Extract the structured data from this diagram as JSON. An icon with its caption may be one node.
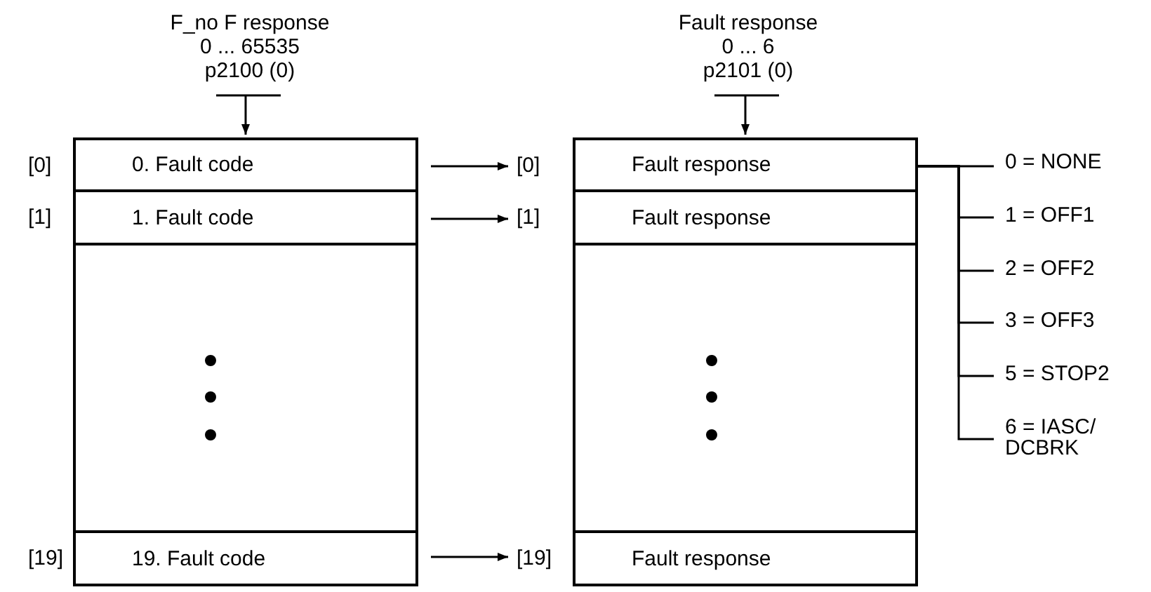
{
  "diagram": {
    "nodes": [
      {
        "text": [
          "F_no F response",
          "0 ... 65535",
          "p2100 (0)"
        ]
      },
      {
        "text": [],
        "shape": "box"
      },
      {
        "text": [
          "0. Fault code"
        ],
        "in": 1,
        "beside": [
          "[0]"
        ]
      },
      {
        "text": [
          "1. Fault code"
        ],
        "in": 1,
        "beside": [
          "[1]"
        ]
      },
      {
        "text": [
          "19. Fault code"
        ],
        "in": 1,
        "beside": [
          "[19]"
        ]
      },
      {
        "text": [
          "Fault response",
          "0 ... 6",
          "p2101 (0)"
        ]
      },
      {
        "text": [],
        "shape": "box"
      },
      {
        "text": [
          "Fault response"
        ],
        "in": 6,
        "beside": [
          "[0]"
        ]
      },
      {
        "text": [
          "Fault response"
        ],
        "in": 6,
        "beside": [
          "[1]"
        ]
      },
      {
        "text": [
          "Fault response"
        ],
        "in": 6,
        "beside": [
          "[19]"
        ]
      },
      {
        "text": [
          "0 = NONE"
        ]
      },
      {
        "text": [
          "1 = OFF1"
        ]
      },
      {
        "text": [
          "2 = OFF2"
        ]
      },
      {
        "text": [
          "3 = OFF3"
        ]
      },
      {
        "text": [
          "5 = STOP2"
        ]
      },
      {
        "text": [
          "6 = IASC/ DCBRK"
        ]
      }
    ],
    "edges": [
      {
        "from": 0,
        "to": 1,
        "arrow": "to"
      },
      {
        "from": 5,
        "to": 6,
        "arrow": "to"
      },
      {
        "from": 2,
        "to": 7,
        "arrow": "to"
      },
      {
        "from": 3,
        "to": 8,
        "arrow": "to"
      },
      {
        "from": 4,
        "to": 9,
        "arrow": "to"
      },
      {
        "from": 7,
        "to": 10,
        "arrow": "none"
      },
      {
        "from": 7,
        "to": 11,
        "arrow": "none"
      },
      {
        "from": 7,
        "to": 12,
        "arrow": "none"
      },
      {
        "from": 7,
        "to": 13,
        "arrow": "none"
      },
      {
        "from": 7,
        "to": 14,
        "arrow": "none"
      },
      {
        "from": 7,
        "to": 15,
        "arrow": "none"
      }
    ]
  }
}
